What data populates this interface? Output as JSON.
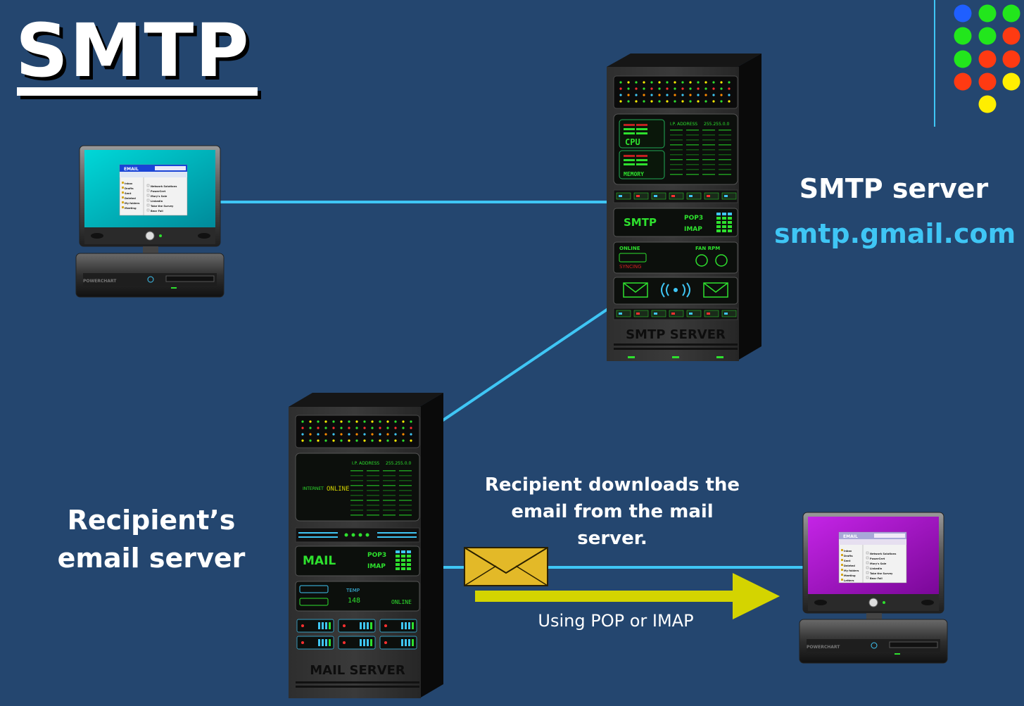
{
  "title": "SMTP",
  "smtp_server": {
    "label": "SMTP server",
    "host": "smtp.gmail.com",
    "rack_label": "SMTP SERVER",
    "panels": {
      "cpu": "CPU",
      "memory": "MEMORY",
      "ip_address": "I.P. ADDRESS",
      "subnet": "255.255.0.0",
      "smtp": "SMTP",
      "pop3": "POP3",
      "imap": "IMAP",
      "online": "ONLINE",
      "fan_rpm": "FAN RPM",
      "syncing": "SYNCING"
    }
  },
  "mail_server": {
    "label": "Recipient’s email server",
    "rack_label": "MAIL SERVER",
    "panels": {
      "ip_address": "I.P. ADDRESS",
      "subnet": "255.255.0.0",
      "internet": "INTERNET",
      "online": "ONLINE",
      "mail": "MAIL",
      "pop3": "POP3",
      "imap": "IMAP",
      "temp": "TEMP",
      "temp_value": "148"
    }
  },
  "sender_computer": {
    "app": "EMAIL",
    "brand": "POWERCHART",
    "folders": [
      "Inbox",
      "Drafts",
      "Sent",
      "Deleted",
      "My folders",
      "Meeting"
    ],
    "messages": [
      "Network Solutions",
      "PowerCert",
      "Mary's Sale",
      "LinkedIn",
      "Take the Survey",
      "Bear Fall"
    ]
  },
  "recipient_computer": {
    "app": "EMAIL",
    "brand": "POWERCHART",
    "folders": [
      "Inbox",
      "Drafts",
      "Sent",
      "Deleted",
      "My folders",
      "Meeting",
      "Letters"
    ],
    "messages": [
      "Network Solutions",
      "PowerCert",
      "Mary's Sale",
      "LinkedIn",
      "Take the Survey",
      "Bear Fall"
    ]
  },
  "flow": {
    "downloads_text": "Recipient downloads the email from the mail server.",
    "protocol_text": "Using POP or IMAP"
  },
  "colors": {
    "background": "#24466f",
    "link_line": "#3fc6f5",
    "arrow": "#d4d400",
    "envelope": "#e3b928",
    "sender_screen": "#00c8c8",
    "recipient_screen": "#b018d8"
  },
  "decor_dots": [
    "#1f5fff",
    "#22e61c",
    "#22e61c",
    "#22e61c",
    "#22e61c",
    "#ff3a12",
    "#22e61c",
    "#ff3a12",
    "#ff3a12",
    "#ff3a12",
    "#ff3a12",
    "#ffee00",
    "#ffee00"
  ]
}
